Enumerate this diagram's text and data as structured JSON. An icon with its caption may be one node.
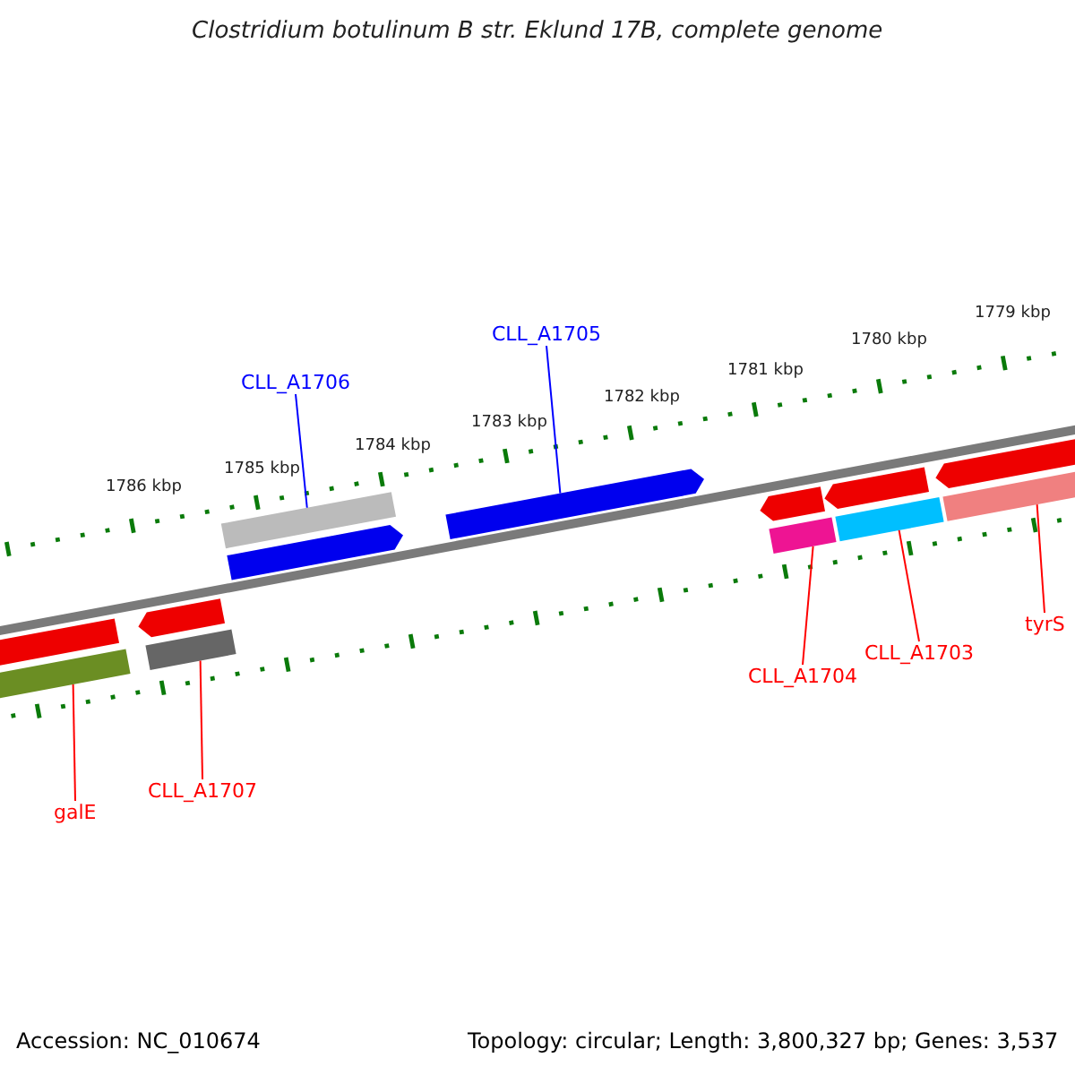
{
  "diagram": {
    "title": "Clostridium botulinum B str. Eklund 17B, complete genome",
    "nodes": [
      {
        "text": [
          "CLL_A1705"
        ]
      },
      {
        "text": [
          "CLL_A1706"
        ]
      },
      {
        "text": [
          "tyrS"
        ]
      },
      {
        "text": [
          "CLL_A1703"
        ]
      },
      {
        "text": [
          "CLL_A1704"
        ]
      },
      {
        "text": [
          "CLL_A1707"
        ]
      },
      {
        "text": [
          "galE"
        ]
      },
      {
        "text": [],
        "shape": "bar"
      },
      {
        "text": [],
        "shape": "bar"
      },
      {
        "text": [],
        "shape": "arrow"
      },
      {
        "text": [],
        "shape": "bar"
      },
      {
        "text": [],
        "shape": "bar"
      },
      {
        "text": [],
        "shape": "arrow"
      },
      {
        "text": [],
        "shape": "arrow"
      },
      {
        "text": [],
        "shape": "arrow"
      },
      {
        "text": [],
        "shape": "bar"
      },
      {
        "text": [],
        "shape": "arrow"
      },
      {
        "text": [],
        "shape": "bar"
      },
      {
        "text": [],
        "shape": "arrow"
      },
      {
        "text": [],
        "shape": "bar"
      }
    ],
    "edges": [
      {
        "from": 0,
        "to": 13,
        "arrow": "none",
        "color": "#0000ff"
      },
      {
        "from": 1,
        "to": 11,
        "arrow": "none",
        "color": "#0000ff"
      },
      {
        "from": 2,
        "to": 19,
        "arrow": "none"
      },
      {
        "from": 3,
        "to": 17,
        "arrow": "none"
      },
      {
        "from": 4,
        "to": 15,
        "arrow": "none"
      },
      {
        "from": 5,
        "to": 10,
        "arrow": "none"
      },
      {
        "from": 6,
        "to": 8,
        "arrow": "none"
      }
    ],
    "labels": [
      "1786 kbp",
      "1785 kbp",
      "1784 kbp",
      "1783 kbp",
      "1782 kbp",
      "1781 kbp",
      "1780 kbp",
      "1779 kbp",
      "Accession: NC_010674",
      "Topology: circular; Length: 3,800,327 bp; Genes: 3,537"
    ]
  }
}
